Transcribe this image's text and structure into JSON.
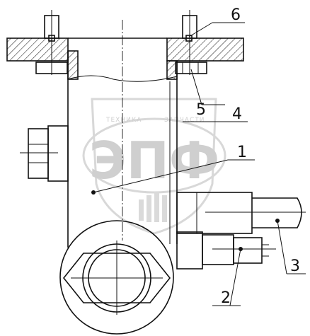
{
  "callouts": [
    {
      "label": "1"
    },
    {
      "label": "2"
    },
    {
      "label": "3"
    },
    {
      "label": "4"
    },
    {
      "label": "5"
    },
    {
      "label": "6"
    }
  ],
  "watermark": {
    "big_text": "ЭПФ",
    "top_text_left": "ТЕХНИКА",
    "top_text_right": "ЗАПЧАСТИ"
  }
}
